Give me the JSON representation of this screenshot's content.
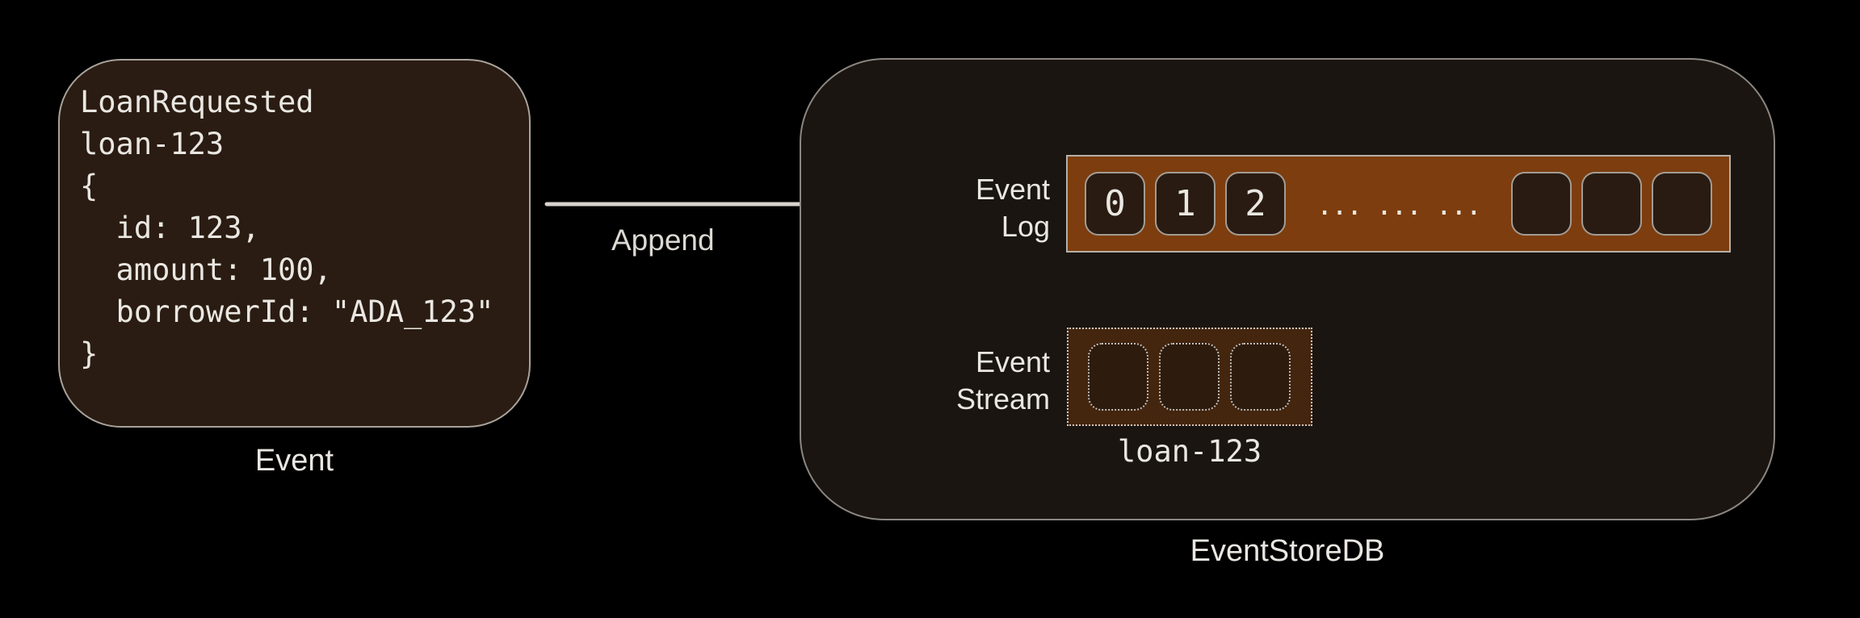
{
  "event_card": {
    "code_lines": [
      "LoanRequested",
      "loan-123",
      "{",
      "  id: 123,",
      "  amount: 100,",
      "  borrowerId: \"ADA_123\"",
      "}"
    ],
    "caption": "Event"
  },
  "append_arrow": {
    "label": "Append"
  },
  "eventstore": {
    "caption": "EventStoreDB",
    "event_log": {
      "label_line1": "Event",
      "label_line2": "Log",
      "numbered_cells": [
        "0",
        "1",
        "2"
      ],
      "dots": "... ... ...",
      "empty_cell_count": 3
    },
    "event_stream": {
      "label_line1": "Event",
      "label_line2": "Stream",
      "stream_name": "loan-123",
      "empty_cell_count": 3
    }
  },
  "colors": {
    "background": "#000000",
    "card_fill": "#2a1c12",
    "container_fill": "#1a1511",
    "log_bar_fill": "#7d3d0e",
    "stream_box_fill": "#44250e",
    "text": "#eae7e2",
    "arrow": "#d8d4ce"
  }
}
